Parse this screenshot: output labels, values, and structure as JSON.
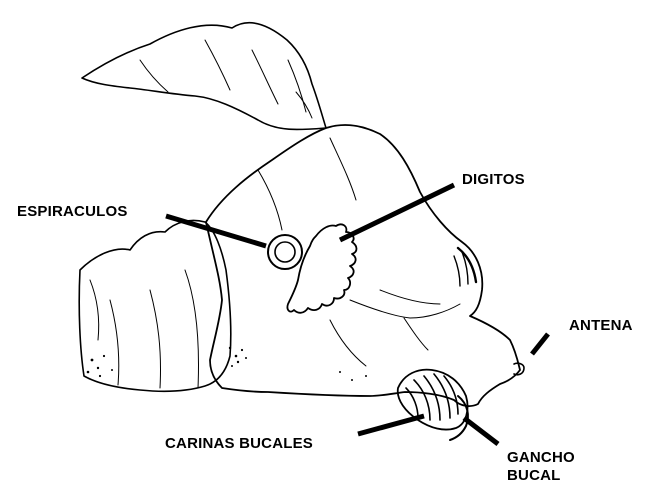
{
  "labels": {
    "espiraculos": "ESPIRACULOS",
    "digitos": "DIGITOS",
    "antena": "ANTENA",
    "carinas_bucales": "CARINAS BUCALES",
    "gancho_line1": "GANCHO",
    "gancho_line2": "BUCAL"
  },
  "colors": {
    "ink": "#000000",
    "background": "#ffffff"
  }
}
